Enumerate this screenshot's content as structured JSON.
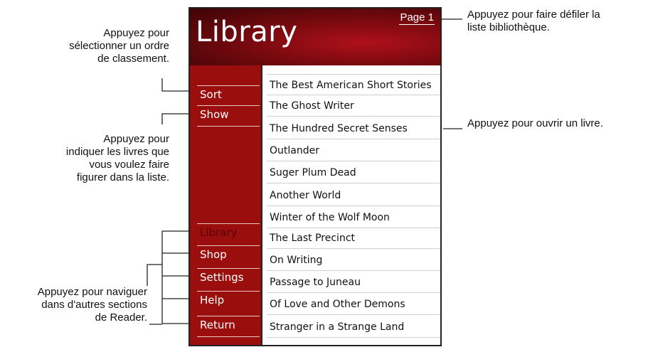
{
  "screen": {
    "title": "Library",
    "page_label": "Page 1",
    "sidebar": {
      "top_items": [
        {
          "label": "Sort"
        },
        {
          "label": "Show"
        }
      ],
      "nav_items": [
        {
          "label": "Library",
          "active": true
        },
        {
          "label": "Shop"
        },
        {
          "label": "Settings"
        },
        {
          "label": "Help"
        },
        {
          "label": "Return"
        }
      ]
    },
    "books": [
      "The Best American Short Stories",
      "The Ghost Writer",
      "The Hundred Secret Senses",
      "Outlander",
      "Suger Plum Dead",
      "Another World",
      "Winter of the Wolf Moon",
      "The Last Precinct",
      "On Writing",
      "Passage to Juneau",
      "Of Love and Other Demons",
      "Stranger in a Strange Land"
    ]
  },
  "callouts": {
    "sort": [
      "Appuyez pour",
      "sélectionner un ordre",
      "de classement."
    ],
    "show": [
      "Appuyez pour",
      "indiquer les livres que",
      "vous voulez faire",
      "figurer dans la liste."
    ],
    "navigate": [
      "Appuyez pour naviguer",
      "dans d'autres sections",
      "de Reader."
    ],
    "page": [
      "Appuyez pour faire défiler la",
      "liste bibliothèque."
    ],
    "open_book": [
      "Appuyez pour ouvrir un livre."
    ]
  },
  "colors": {
    "sidebar": "#9a0e0e",
    "header": "#7a0a0f",
    "active_item": "#5a0505"
  }
}
